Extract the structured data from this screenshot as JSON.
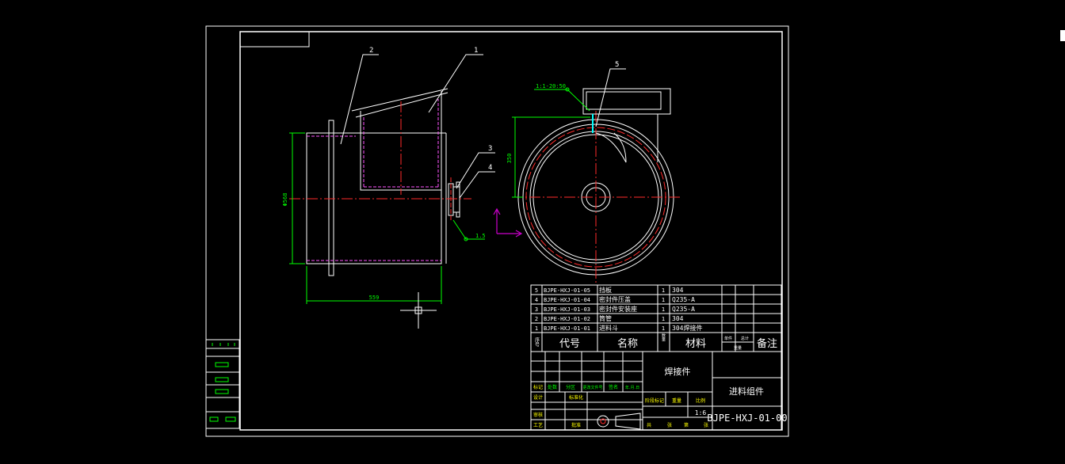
{
  "colors": {
    "background": "#000000",
    "outline": "#ffffff",
    "centerline": "#ff2a2a",
    "hidden": "#ff55ff",
    "dimension": "#00ff00",
    "table_text": "#ffffff",
    "table_green": "#00ff00",
    "table_yellow": "#ffff00",
    "leader": "#00ffff"
  },
  "balloons": {
    "b1": "1",
    "b2": "2",
    "b3": "3",
    "b4": "4",
    "b5": "5"
  },
  "dimensions": {
    "height_side": "Φ568",
    "length_bottom": "559",
    "height_front": "350",
    "weld_note_front": "1:1-20:50",
    "weld_note_side": "1.5"
  },
  "bom": {
    "rows": [
      {
        "seq": "5",
        "code": "BJPE-HXJ-01-05",
        "name": "挡板",
        "qty": "1",
        "material": "304"
      },
      {
        "seq": "4",
        "code": "BJPE-HXJ-01-04",
        "name": "密封件压盖",
        "qty": "1",
        "material": "Q235-A"
      },
      {
        "seq": "3",
        "code": "BJPE-HXJ-01-03",
        "name": "密封件安装座",
        "qty": "1",
        "material": "Q235-A"
      },
      {
        "seq": "2",
        "code": "BJPE-HXJ-01-02",
        "name": "筒管",
        "qty": "1",
        "material": "304"
      },
      {
        "seq": "1",
        "code": "BJPE-HXJ-01-01",
        "name": "进料斗",
        "qty": "1",
        "material": "304焊接件"
      }
    ],
    "header": {
      "seq": "序号",
      "code": "代号",
      "name": "名称",
      "qty": "数量",
      "material": "材料",
      "single": "单件",
      "total": "总计",
      "weight": "重量",
      "remark": "备注"
    }
  },
  "title_block": {
    "part_type": "焊接件",
    "part_name": "进料组件",
    "drawing_no": "BJPE-HXJ-01-00",
    "scale": "1:6",
    "labels": {
      "mark": "标记",
      "count": "处数",
      "zone": "分区",
      "change_doc": "更改文件号",
      "signature": "签名",
      "date": "年.月.日",
      "design": "设计",
      "standardize": "标准化",
      "stage_mark": "阶段标记",
      "weight": "重量",
      "scale": "比例",
      "review": "审核",
      "process": "工艺",
      "approve": "批准",
      "sheets_total": "共",
      "sheets_word": "张",
      "sheet_no": "第",
      "sheet_word": "张"
    }
  }
}
